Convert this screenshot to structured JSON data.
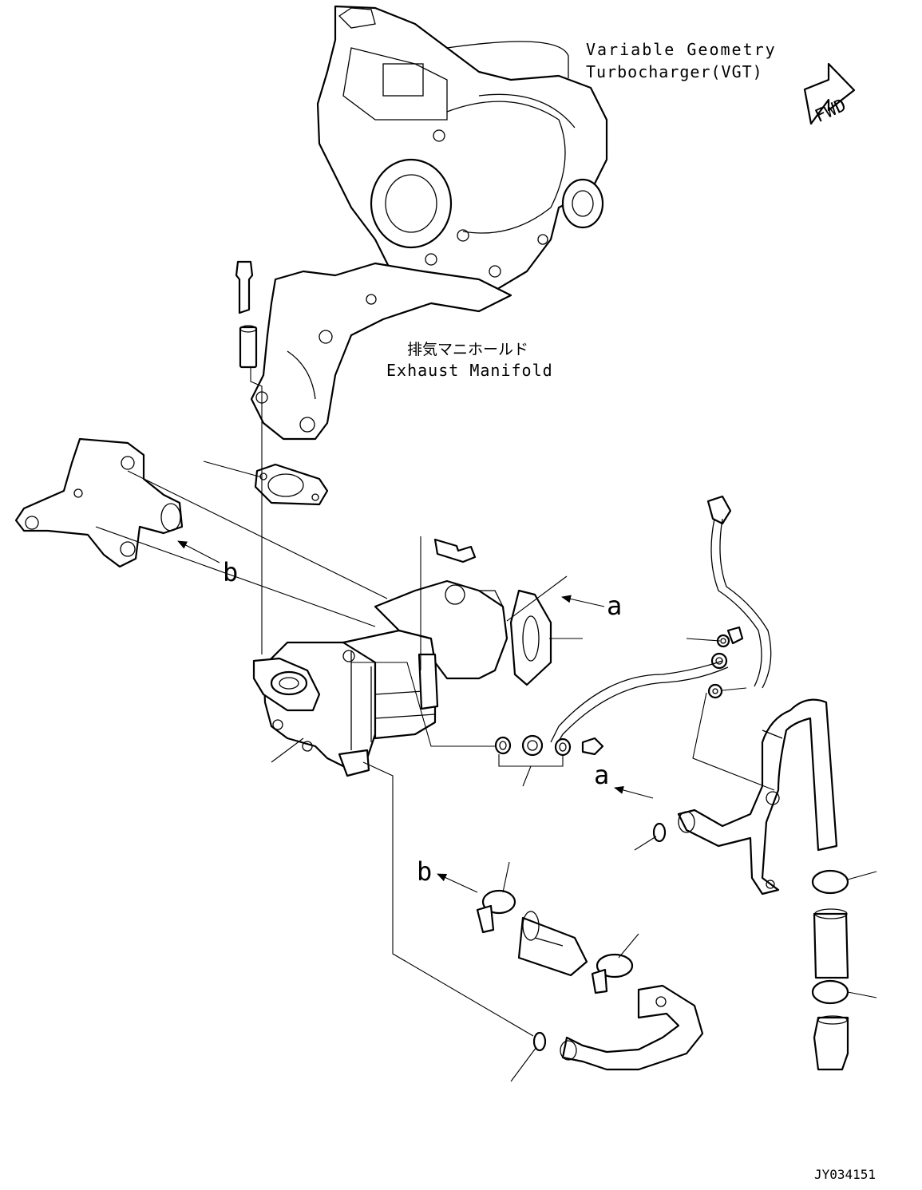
{
  "callouts": {
    "vgt_line1": "Variable Geometry",
    "vgt_line2": "Turbocharger(VGT)",
    "manifold_jp": "排気マニホールド",
    "manifold_en": "Exhaust Manifold",
    "fwd": "FWD",
    "ref_a_upper": "a",
    "ref_a_lower": "a",
    "ref_b_left": "b",
    "ref_b_lower": "b",
    "drawing_id": "JY034151"
  },
  "colors": {
    "ink": "#000000",
    "paper": "#ffffff"
  },
  "icons": [
    "forward-direction-arrow-icon",
    "reference-arrow-icon"
  ]
}
